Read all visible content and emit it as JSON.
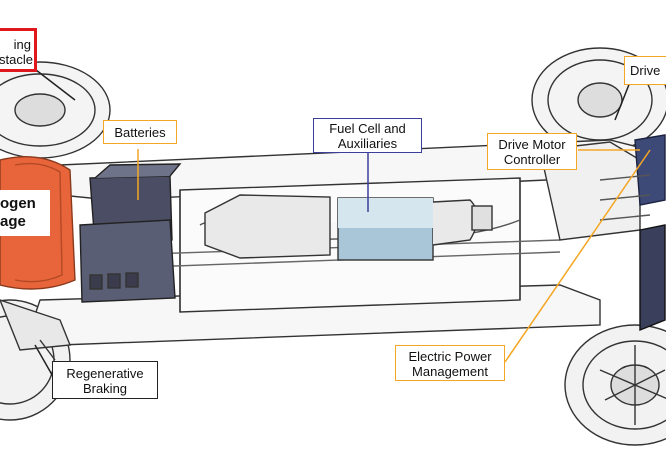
{
  "labels": {
    "receptacle": [
      "ing",
      "stacle"
    ],
    "storage": [
      "ogen",
      "age"
    ],
    "batteries": "Batteries",
    "fuel_cell": [
      "Fuel Cell and",
      "Auxiliaries"
    ],
    "drive_motor_controller": [
      "Drive Motor",
      "Controller"
    ],
    "drive": "Drive",
    "electric_power": [
      "Electric Power",
      "Management"
    ],
    "regen": [
      "Regenerative",
      "Braking"
    ]
  },
  "colors": {
    "accent_orange": "#f5a623",
    "callout_blue": "#3b3f9a",
    "callout_red": "#e0181b",
    "tank_orange": "#e8643a",
    "battery_slate": "#4a4d63",
    "fuel_cell_blue": "#a9c6d8"
  }
}
